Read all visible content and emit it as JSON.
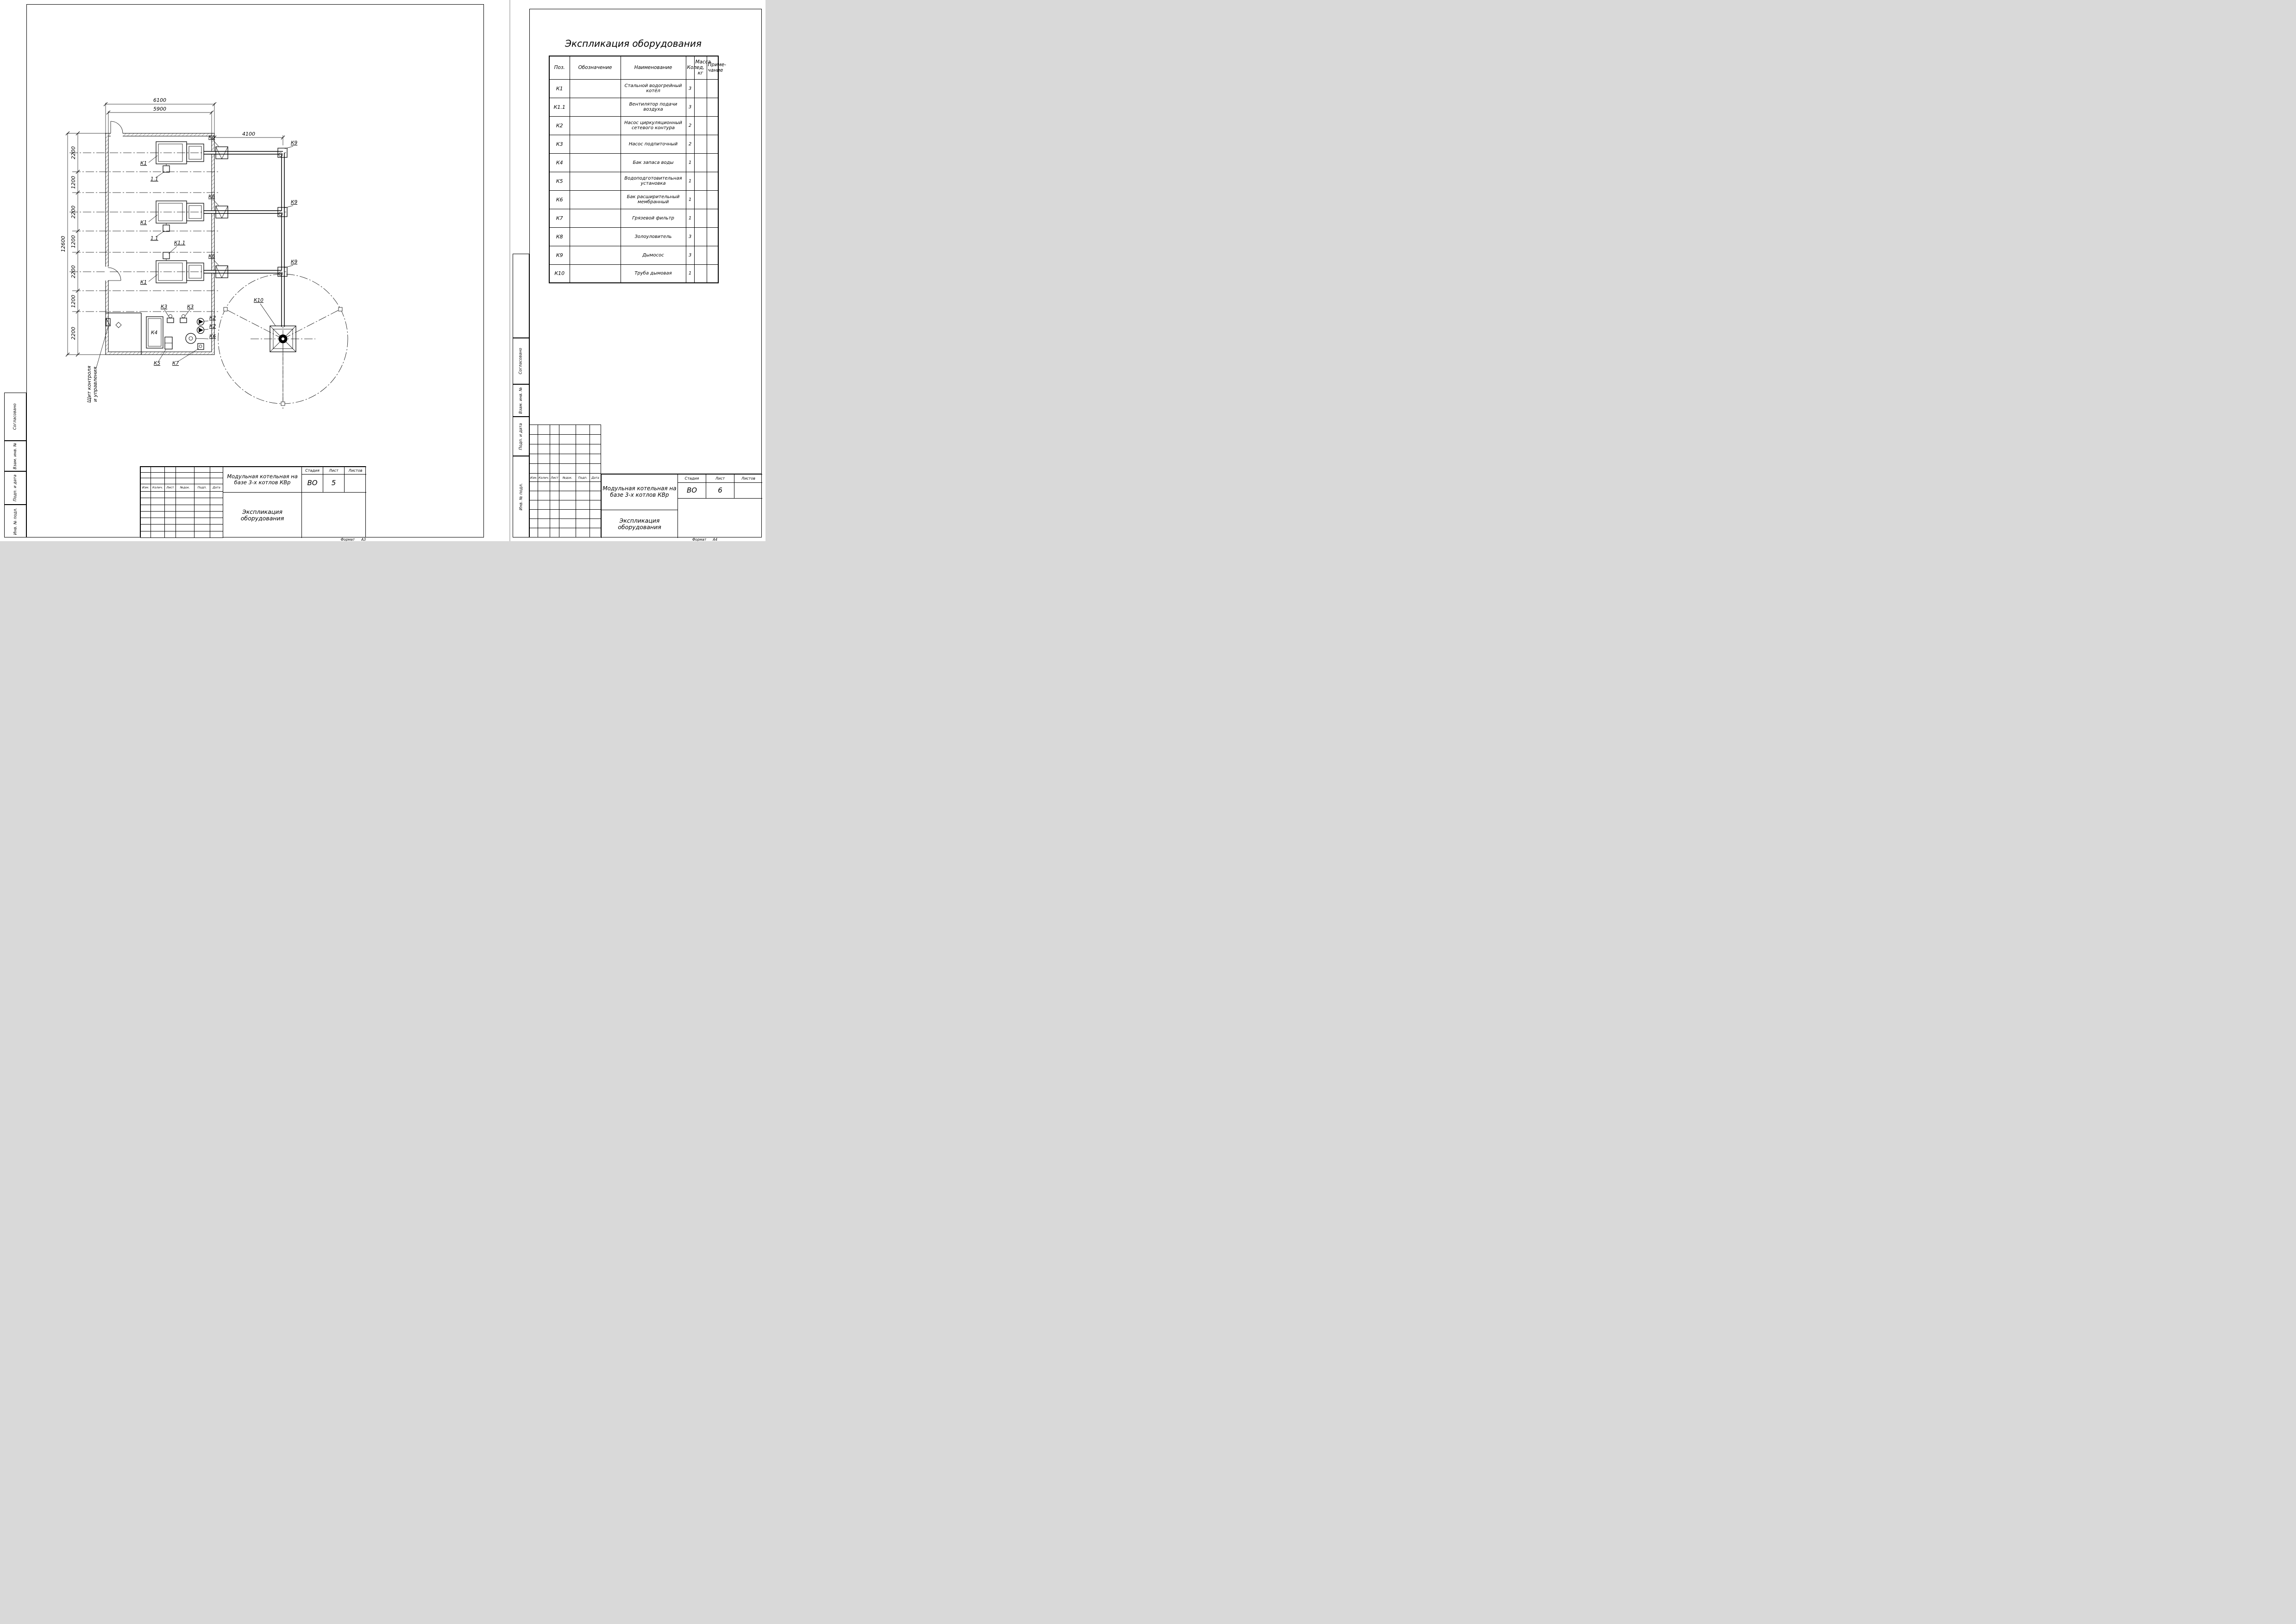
{
  "shared": {
    "revision_headers": [
      "Изм.",
      "Колич.",
      "Лист",
      "№док.",
      "Подп.",
      "Дата"
    ],
    "stamp_labels": [
      "Согласовано",
      "Взам. инв. №",
      "Подп. и дата",
      "Инв. № подл."
    ],
    "stage_header": "Стадия",
    "sheet_header": "Лист",
    "sheets_header": "Листов",
    "format_label": "Формат",
    "stage_value": "ВО",
    "project_title_line1": "Модульная котельная на",
    "project_title_line2": "базе 3-х котлов КВр",
    "doc_title": "Экспликация оборудования"
  },
  "left_sheet": {
    "sheet_number": "5",
    "format_value": "А3",
    "plan": {
      "dims": {
        "top_outer": "6100",
        "top_inner": "5900",
        "flue": "4100",
        "left_total": "12600",
        "left_segments": [
          "2200",
          "1200",
          "2200",
          "1200",
          "2200",
          "1200",
          "2200"
        ]
      },
      "labels": {
        "k1": "К1",
        "k11_short": "1.1",
        "k11": "К1.1",
        "k2": "К2",
        "k3": "К3",
        "k4": "К4",
        "k5": "К5",
        "k6": "К6",
        "k7": "К7",
        "k8": "К8",
        "k9": "К9",
        "k10": "К10",
        "control_panel_line1": "Щит контроля",
        "control_panel_line2": "и управления"
      }
    }
  },
  "right_sheet": {
    "sheet_number": "6",
    "format_value": "А4",
    "table": {
      "title": "Экспликация оборудования",
      "headers": {
        "pos": "Поз.",
        "designation": "Обозначение",
        "name": "Наименование",
        "qty": "Кол.",
        "mass_line1": "Масса",
        "mass_line2": "ед, кг",
        "note_line1": "Приме-",
        "note_line2": "чание"
      },
      "rows": [
        {
          "pos": "К1",
          "designation": "",
          "name": "Стальной водогрейный котёл",
          "qty": "3",
          "mass": "",
          "note": ""
        },
        {
          "pos": "К1.1",
          "designation": "",
          "name": "Вентилятор подачи воздуха",
          "qty": "3",
          "mass": "",
          "note": ""
        },
        {
          "pos": "К2",
          "designation": "",
          "name": "Насос циркуляционный сетевого контура",
          "qty": "2",
          "mass": "",
          "note": ""
        },
        {
          "pos": "К3",
          "designation": "",
          "name": "Насос подпиточный",
          "qty": "2",
          "mass": "",
          "note": ""
        },
        {
          "pos": "К4",
          "designation": "",
          "name": "Бак запаса воды",
          "qty": "1",
          "mass": "",
          "note": ""
        },
        {
          "pos": "К5",
          "designation": "",
          "name": "Водоподготовительная установка",
          "qty": "1",
          "mass": "",
          "note": ""
        },
        {
          "pos": "К6",
          "designation": "",
          "name": "Бак расширительный мембранный",
          "qty": "1",
          "mass": "",
          "note": ""
        },
        {
          "pos": "К7",
          "designation": "",
          "name": "Грязевой фильтр",
          "qty": "1",
          "mass": "",
          "note": ""
        },
        {
          "pos": "К8",
          "designation": "",
          "name": "Золоуловитель",
          "qty": "3",
          "mass": "",
          "note": ""
        },
        {
          "pos": "К9",
          "designation": "",
          "name": "Дымосос",
          "qty": "3",
          "mass": "",
          "note": ""
        },
        {
          "pos": "К10",
          "designation": "",
          "name": "Труба дымовая",
          "qty": "1",
          "mass": "",
          "note": ""
        }
      ]
    }
  }
}
